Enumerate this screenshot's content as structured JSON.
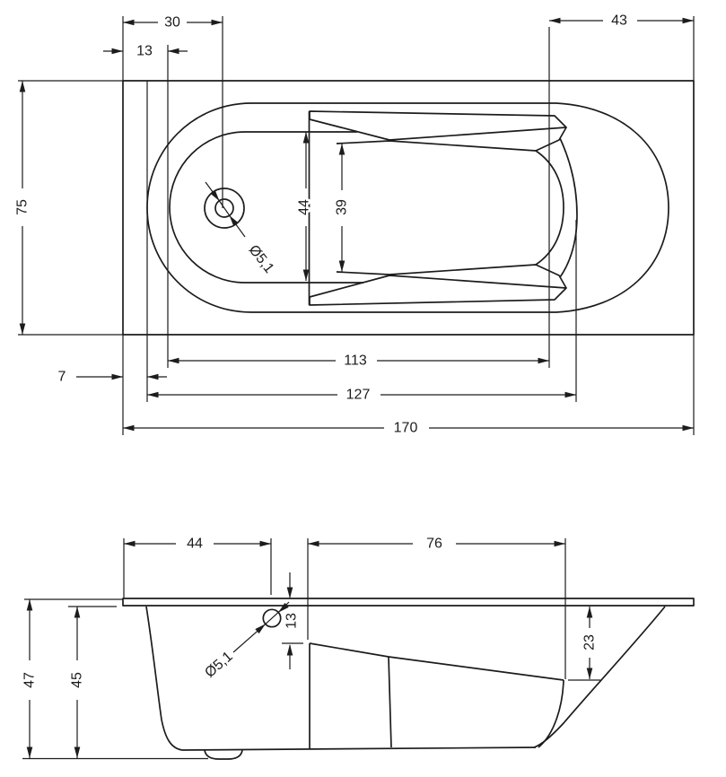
{
  "colors": {
    "background": "#ffffff",
    "line": "#1c1c1c"
  },
  "drawing": {
    "kind": "bathtub-technical-drawing",
    "top_view": {
      "d30": "30",
      "d13": "13",
      "d43": "43",
      "d75": "75",
      "d44": "44",
      "d39": "39",
      "drain": "Ø5,1",
      "d7": "7",
      "d113": "113",
      "d127": "127",
      "d170": "170"
    },
    "side_view": {
      "d44": "44",
      "d76": "76",
      "d13": "13",
      "d23": "23",
      "d47": "47",
      "d45": "45",
      "drain": "Ø5,1"
    }
  }
}
